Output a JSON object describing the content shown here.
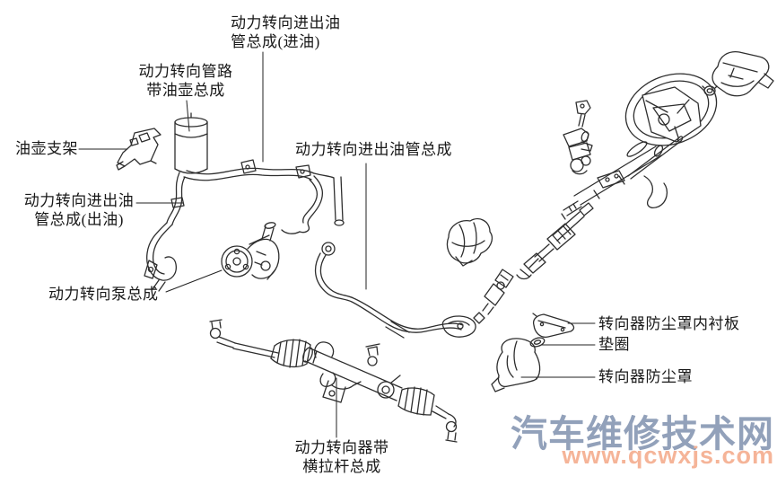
{
  "diagram": {
    "type": "exploded-parts-diagram",
    "subject": "power-steering-system",
    "labels": {
      "inlet_pipe": {
        "line1": "动力转向进出油",
        "line2": "管总成(进油)"
      },
      "reservoir_lines": {
        "line1": "动力转向管路",
        "line2": "带油壶总成"
      },
      "reservoir_bracket": {
        "text": "油壶支架"
      },
      "outlet_pipe": {
        "line1": "动力转向进出油",
        "line2": "管总成(出油)"
      },
      "pump": {
        "text": "动力转向泵总成"
      },
      "mid_pipe": {
        "text": "动力转向进出油管总成"
      },
      "steering_gear": {
        "line1": "动力转向器带",
        "line2": "横拉杆总成"
      },
      "boot_liner": {
        "text": "转向器防尘罩内衬板"
      },
      "washer": {
        "text": "垫圈"
      },
      "dust_boot": {
        "text": "转向器防尘罩"
      }
    },
    "watermark": {
      "site_name": "汽车维修技术网",
      "site_url": "www.qcwxjs.com"
    },
    "colors": {
      "background": "#ffffff",
      "line_art": "#2e2e2e",
      "label_text": "#181818",
      "watermark_name": "#8d9cb7",
      "watermark_url": "#f5b093"
    }
  }
}
